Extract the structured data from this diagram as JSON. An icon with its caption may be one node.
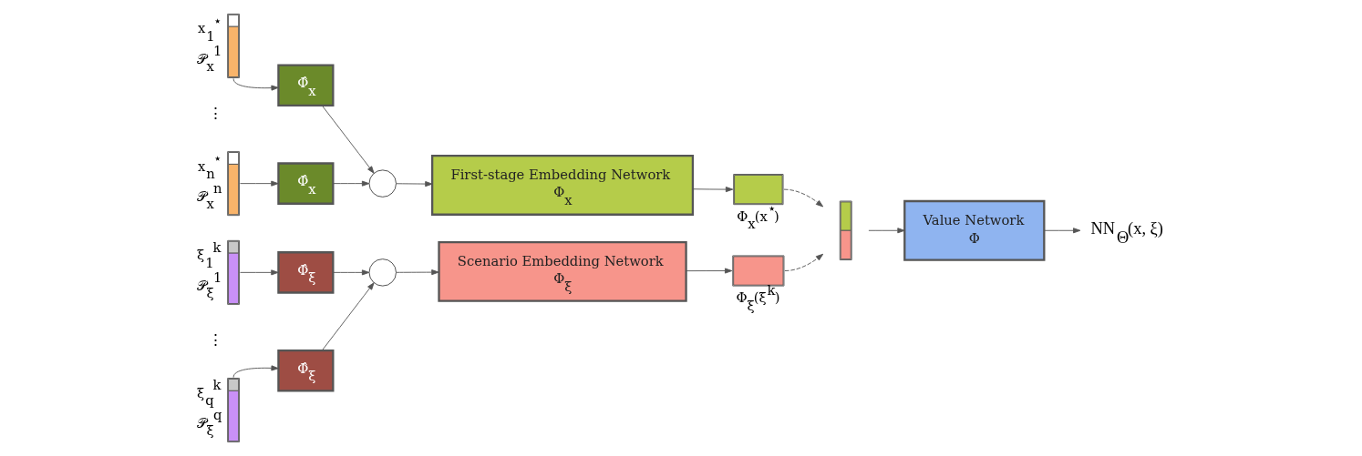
{
  "diagram": {
    "nodes": [
      {
        "text": [],
        "shape": "bar",
        "beside": [
          "x$_{1}$$^{⋆}$",
          "𝒫$_{x}$$^{1}$"
        ]
      },
      {
        "text": [],
        "shape": "bar",
        "beside": [
          "x$_{n}$$^{⋆}$",
          "𝒫$_{x}$$^{n}$"
        ]
      },
      {
        "text": [],
        "shape": "bar",
        "beside": [
          "ξ$_{1}$$^{k}$",
          "𝒫$_{ξ}$$^{1}$"
        ]
      },
      {
        "text": [],
        "shape": "bar",
        "beside": [
          "ξ$_{q}$$^{k}$",
          "𝒫$_{ξ}$$^{q}$"
        ]
      },
      {
        "text": [
          "Φ̂$_{x}$"
        ]
      },
      {
        "text": [
          "Φ̂$_{x}$"
        ]
      },
      {
        "text": [
          "Φ̂$_{ξ}$"
        ]
      },
      {
        "text": [
          "Φ̂$_{ξ}$"
        ]
      },
      {
        "text": [],
        "shape": "circle"
      },
      {
        "text": [],
        "shape": "circle"
      },
      {
        "text": [
          "First-stage Embedding Network",
          "Φ$_{x}$"
        ]
      },
      {
        "text": [
          "Scenario Embedding Network",
          "Φ$_{ξ}$"
        ]
      },
      {
        "text": [],
        "shape": "bar",
        "beside": [
          "Φ$_{x}$(x$^{⋆}$)"
        ]
      },
      {
        "text": [],
        "shape": "bar",
        "beside": [
          "Φ$_{ξ}$(ξ$^{k}$)"
        ]
      },
      {
        "text": [],
        "shape": "bar"
      },
      {
        "text": [
          "Value Network",
          "Φ"
        ]
      },
      {
        "text": [
          "NN$_{Θ}$(x, ξ)"
        ]
      }
    ],
    "edges": [
      {
        "from": 0,
        "to": 4,
        "arrow": "to"
      },
      {
        "from": 1,
        "to": 5,
        "arrow": "to"
      },
      {
        "from": 2,
        "to": 6,
        "arrow": "to"
      },
      {
        "from": 3,
        "to": 7,
        "arrow": "to"
      },
      {
        "from": 4,
        "to": 8,
        "arrow": "to"
      },
      {
        "from": 5,
        "to": 8,
        "arrow": "to"
      },
      {
        "from": 6,
        "to": 9,
        "arrow": "to"
      },
      {
        "from": 7,
        "to": 9,
        "arrow": "to"
      },
      {
        "from": 8,
        "to": 10,
        "arrow": "to"
      },
      {
        "from": 9,
        "to": 11,
        "arrow": "to"
      },
      {
        "from": 10,
        "to": 12,
        "arrow": "to"
      },
      {
        "from": 11,
        "to": 13,
        "arrow": "to"
      },
      {
        "from": 12,
        "to": 14,
        "arrow": "to",
        "style": "dashed"
      },
      {
        "from": 13,
        "to": 14,
        "arrow": "to",
        "style": "dashed"
      },
      {
        "from": 14,
        "to": 15,
        "arrow": "to"
      },
      {
        "from": 15,
        "to": 16,
        "arrow": "to"
      }
    ],
    "labels": [
      "⋮",
      "⋮"
    ]
  }
}
